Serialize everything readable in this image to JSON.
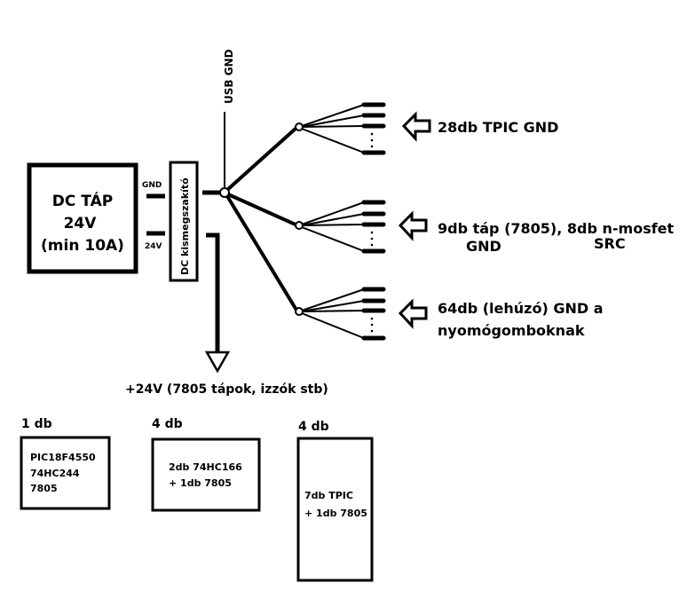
{
  "power_supply": {
    "title": "DC TÁP",
    "voltage": "24V",
    "current": "(min 10A)",
    "gnd_label": "GND",
    "v_label": "24V"
  },
  "breaker": {
    "label": "DC kismegszakító"
  },
  "usb_gnd": {
    "label": "USB GND"
  },
  "branches": [
    {
      "line1": "28db TPIC GND",
      "line2": ""
    },
    {
      "line1": "9db táp (7805), 8db n-mosfet",
      "line2a": "GND",
      "line2b": "SRC"
    },
    {
      "line1": "64db (lehúzó) GND a",
      "line2": "nyomógomboknak"
    }
  ],
  "supply_out": {
    "label": "+24V (7805 tápok, izzók stb)"
  },
  "boards": [
    {
      "count": "1 db",
      "lines": [
        "PIC18F4550",
        "74HC244",
        "7805"
      ]
    },
    {
      "count": "4 db",
      "lines": [
        "2db 74HC166",
        "+ 1db 7805"
      ]
    },
    {
      "count": "4 db",
      "lines": [
        "7db TPIC",
        "+ 1db 7805"
      ]
    }
  ]
}
